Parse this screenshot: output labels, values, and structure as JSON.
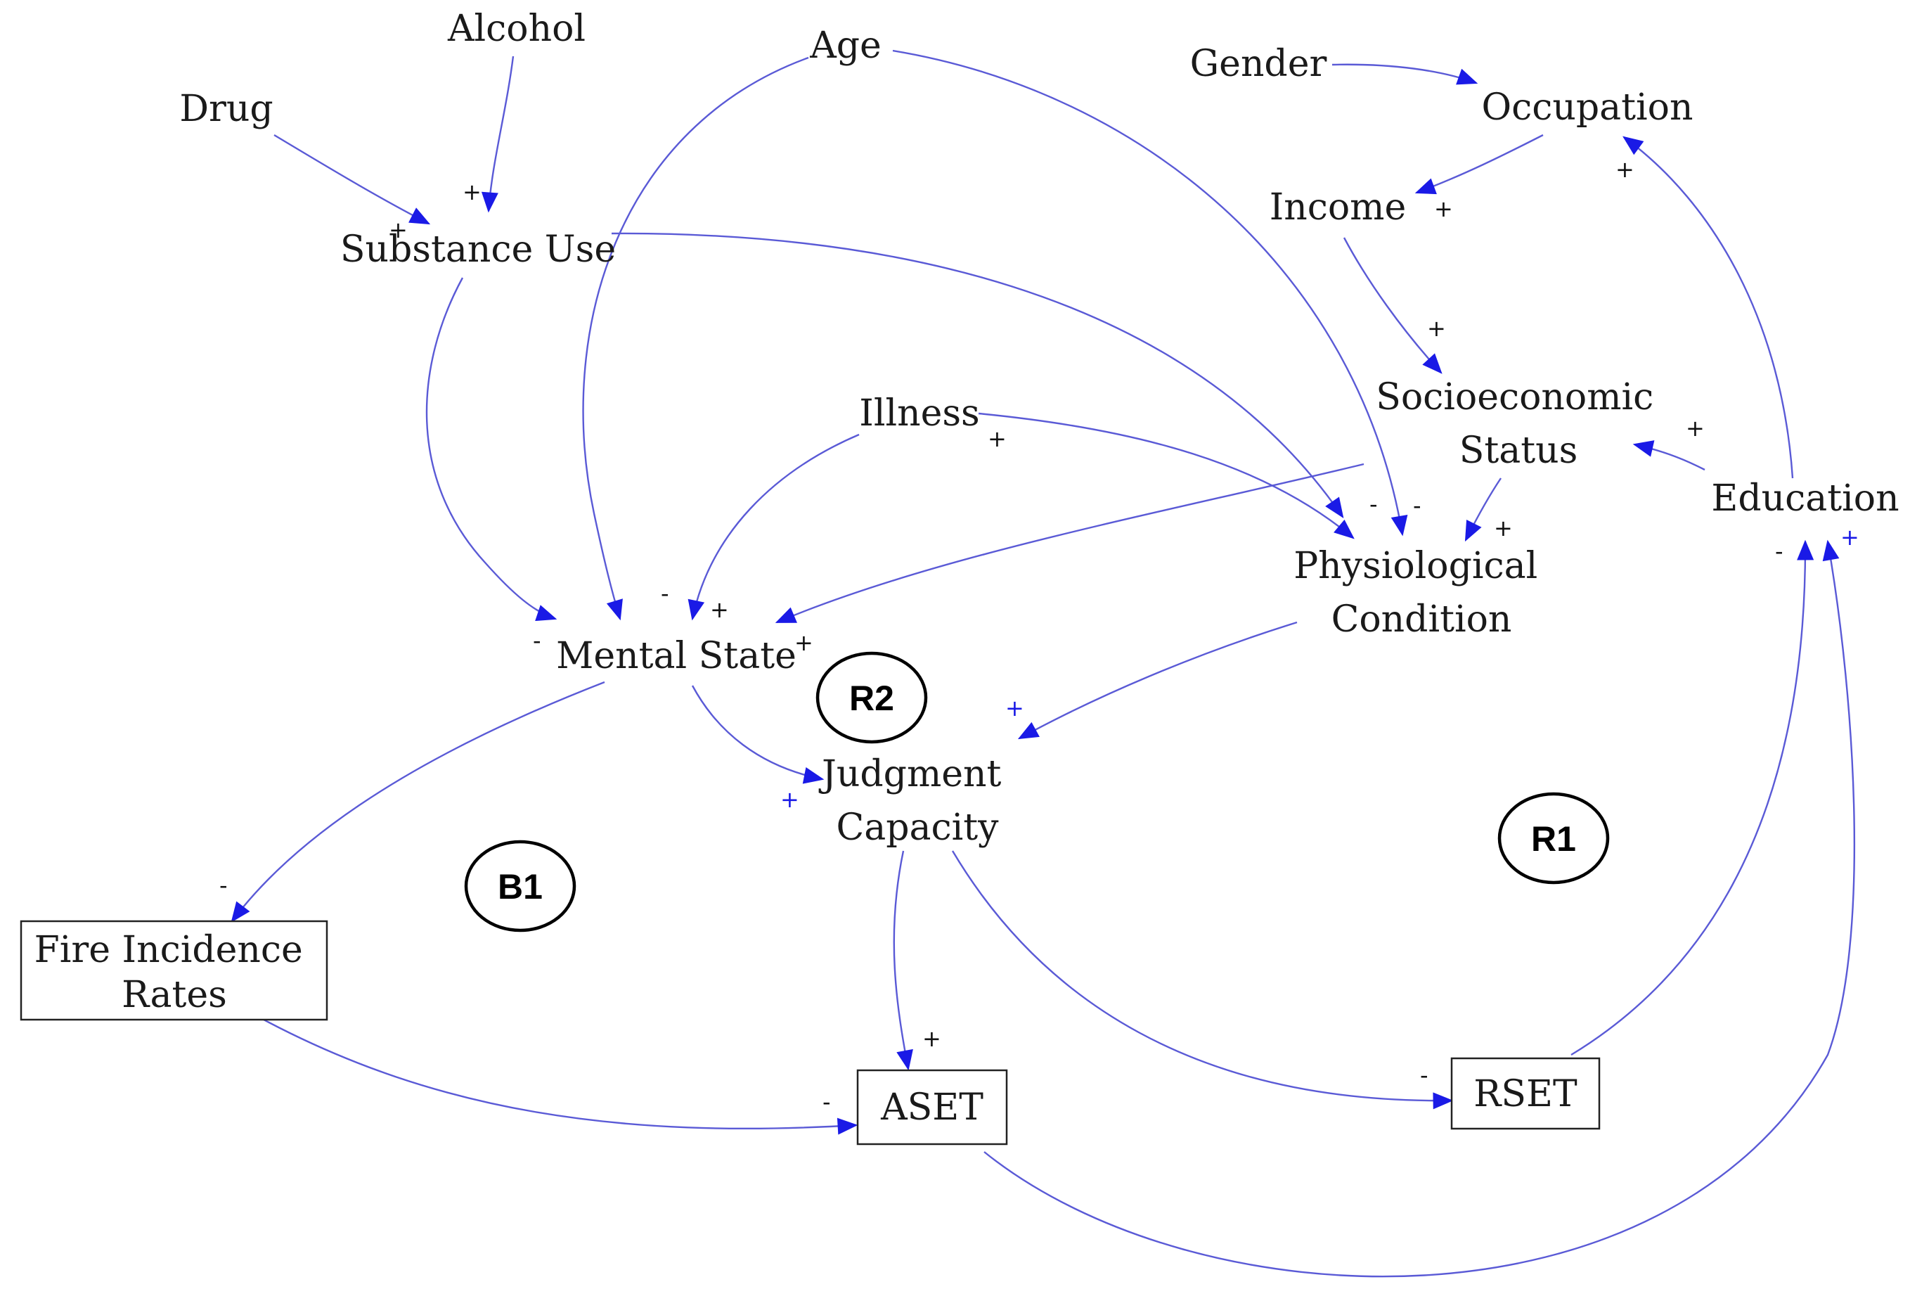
{
  "nodes": {
    "alcohol": "Alcohol",
    "drug": "Drug",
    "age": "Age",
    "gender": "Gender",
    "occupation": "Occupation",
    "income": "Income",
    "substance_use": "Substance Use",
    "illness": "Illness",
    "socioeconomic_status": [
      "Socioeconomic",
      "Status"
    ],
    "education": "Education",
    "physiological_condition": [
      "Physiological",
      "Condition"
    ],
    "mental_state": "Mental State",
    "judgment_capacity": [
      "Judgment",
      "Capacity"
    ],
    "fire_incidence_rates": [
      "Fire Incidence",
      "Rates"
    ],
    "aset": "ASET",
    "rset": "RSET"
  },
  "loops": {
    "r1": "R1",
    "r2": "R2",
    "b1": "B1"
  },
  "signs": {
    "alcohol_to_substance": "+",
    "drug_to_substance": "+",
    "substance_to_mental": "-",
    "age_to_mental": "-",
    "illness_to_mental": "+",
    "physio_to_mental": "+",
    "illness_label": "+",
    "substance_to_physio": "-",
    "age_to_physio": "-",
    "ses_to_physio": "+",
    "occupation_to_income": "+",
    "income_to_ses": "+",
    "education_to_ses": "+",
    "education_to_occupation": "+",
    "aset_to_education": "-",
    "rset_to_education": "+",
    "mental_to_fire": "-",
    "mental_to_judgment": "+",
    "physio_to_judgment": "+",
    "judgment_to_aset": "+",
    "judgment_to_rset": "-",
    "fire_to_aset": "-"
  },
  "colors": {
    "arrow": "#5a5ad6",
    "arrowhead": "#1a1ae6",
    "text": "#1a1a1a"
  }
}
